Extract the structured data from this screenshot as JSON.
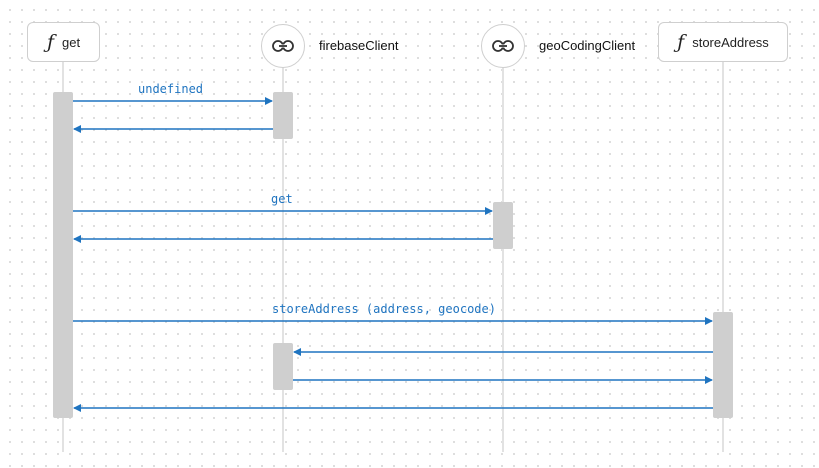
{
  "participants": [
    {
      "id": "get",
      "label": "get",
      "kind": "function",
      "icon": "function-icon"
    },
    {
      "id": "firebaseClient",
      "label": "firebaseClient",
      "kind": "link",
      "icon": "link-icon"
    },
    {
      "id": "geoCodingClient",
      "label": "geoCodingClient",
      "kind": "link",
      "icon": "link-icon"
    },
    {
      "id": "storeAddress",
      "label": "storeAddress",
      "kind": "function",
      "icon": "function-icon"
    }
  ],
  "messages": [
    {
      "from": "get",
      "to": "firebaseClient",
      "label": "undefined"
    },
    {
      "from": "firebaseClient",
      "to": "get",
      "label": ""
    },
    {
      "from": "get",
      "to": "geoCodingClient",
      "label": "get"
    },
    {
      "from": "geoCodingClient",
      "to": "get",
      "label": ""
    },
    {
      "from": "get",
      "to": "storeAddress",
      "label": "storeAddress (address, geocode)"
    },
    {
      "from": "storeAddress",
      "to": "firebaseClient",
      "label": ""
    },
    {
      "from": "firebaseClient",
      "to": "storeAddress",
      "label": ""
    },
    {
      "from": "storeAddress",
      "to": "get",
      "label": ""
    }
  ],
  "colors": {
    "arrow": "#1f74c0",
    "activation": "#cfcfcf",
    "lifeline": "#e2e2e2"
  }
}
